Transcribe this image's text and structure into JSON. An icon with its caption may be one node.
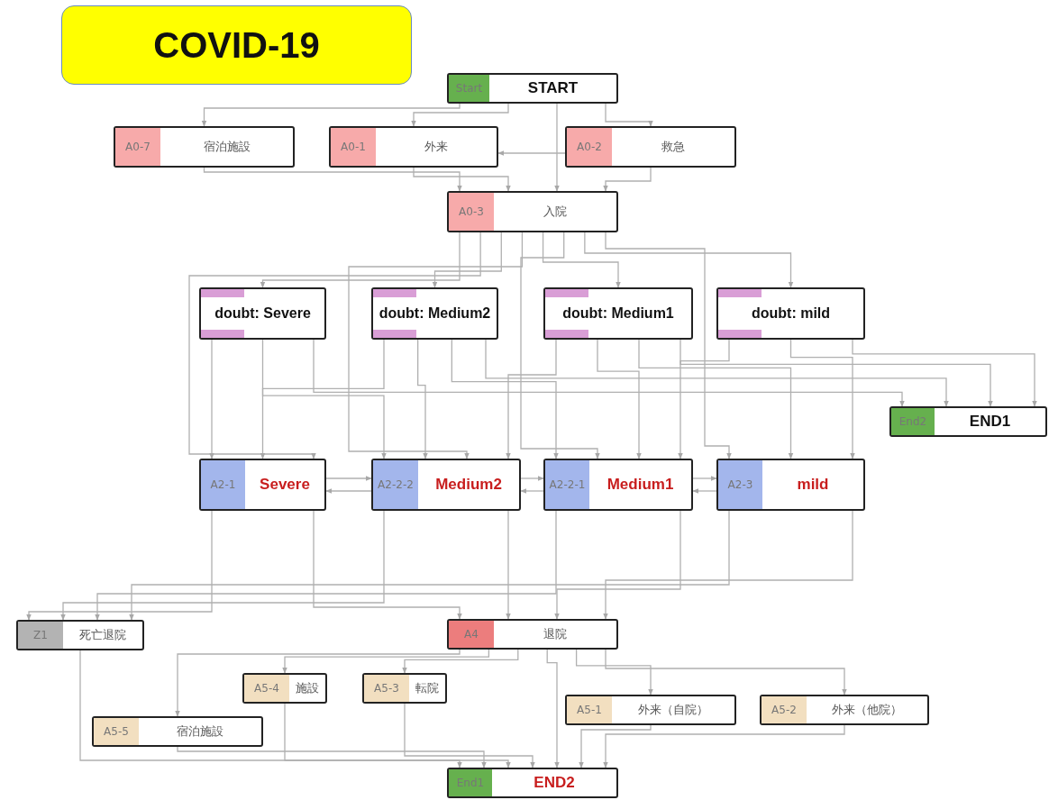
{
  "diagram": {
    "title": "COVID-19",
    "nodes": [
      {
        "text": [
          "Start",
          "START"
        ]
      },
      {
        "text": [
          "A0-7",
          "宿泊施設"
        ]
      },
      {
        "text": [
          "A0-1",
          "外来"
        ]
      },
      {
        "text": [
          "A0-2",
          "救急"
        ]
      },
      {
        "text": [
          "A0-3",
          "入院"
        ]
      },
      {
        "text": [
          "doubt: Severe"
        ]
      },
      {
        "text": [
          "doubt: Medium2"
        ]
      },
      {
        "text": [
          "doubt: Medium1"
        ]
      },
      {
        "text": [
          "doubt: mild"
        ]
      },
      {
        "text": [
          "End2",
          "END1"
        ]
      },
      {
        "text": [
          "A2-1",
          "Severe"
        ]
      },
      {
        "text": [
          "A2-2-2",
          "Medium2"
        ]
      },
      {
        "text": [
          "A2-2-1",
          "Medium1"
        ]
      },
      {
        "text": [
          "A2-3",
          "mild"
        ]
      },
      {
        "text": [
          "Z1",
          "死亡退院"
        ]
      },
      {
        "text": [
          "A4",
          "退院"
        ]
      },
      {
        "text": [
          "A5-4",
          "施設"
        ]
      },
      {
        "text": [
          "A5-3",
          "転院"
        ]
      },
      {
        "text": [
          "A5-5",
          "宿泊施設"
        ]
      },
      {
        "text": [
          "A5-1",
          "外来（自院）"
        ]
      },
      {
        "text": [
          "A5-2",
          "外来（他院）"
        ]
      },
      {
        "text": [
          "End1",
          "END2"
        ]
      }
    ],
    "edges": [
      {
        "from": 0,
        "to": 1,
        "arrow": "to"
      },
      {
        "from": 0,
        "to": 2,
        "arrow": "to"
      },
      {
        "from": 0,
        "to": 3,
        "arrow": "to"
      },
      {
        "from": 0,
        "to": 4,
        "arrow": "to"
      },
      {
        "from": 3,
        "to": 2,
        "arrow": "to"
      },
      {
        "from": 1,
        "to": 4,
        "arrow": "to"
      },
      {
        "from": 2,
        "to": 4,
        "arrow": "to"
      },
      {
        "from": 3,
        "to": 4,
        "arrow": "to"
      },
      {
        "from": 4,
        "to": 5,
        "arrow": "to"
      },
      {
        "from": 4,
        "to": 6,
        "arrow": "to"
      },
      {
        "from": 4,
        "to": 7,
        "arrow": "to"
      },
      {
        "from": 4,
        "to": 8,
        "arrow": "to"
      },
      {
        "from": 4,
        "to": 10,
        "arrow": "to"
      },
      {
        "from": 4,
        "to": 11,
        "arrow": "to"
      },
      {
        "from": 4,
        "to": 12,
        "arrow": "to"
      },
      {
        "from": 4,
        "to": 13,
        "arrow": "to"
      },
      {
        "from": 5,
        "to": 10,
        "arrow": "to"
      },
      {
        "from": 5,
        "to": 11,
        "arrow": "to"
      },
      {
        "from": 6,
        "to": 10,
        "arrow": "to"
      },
      {
        "from": 6,
        "to": 11,
        "arrow": "to"
      },
      {
        "from": 6,
        "to": 12,
        "arrow": "to"
      },
      {
        "from": 7,
        "to": 11,
        "arrow": "to"
      },
      {
        "from": 7,
        "to": 12,
        "arrow": "to"
      },
      {
        "from": 7,
        "to": 13,
        "arrow": "to"
      },
      {
        "from": 8,
        "to": 12,
        "arrow": "to"
      },
      {
        "from": 8,
        "to": 13,
        "arrow": "to"
      },
      {
        "from": 5,
        "to": 9,
        "arrow": "to"
      },
      {
        "from": 6,
        "to": 9,
        "arrow": "to"
      },
      {
        "from": 7,
        "to": 9,
        "arrow": "to"
      },
      {
        "from": 8,
        "to": 9,
        "arrow": "to"
      },
      {
        "from": 10,
        "to": 11,
        "arrow": "to"
      },
      {
        "from": 11,
        "to": 10,
        "arrow": "to"
      },
      {
        "from": 11,
        "to": 12,
        "arrow": "to"
      },
      {
        "from": 12,
        "to": 11,
        "arrow": "to"
      },
      {
        "from": 12,
        "to": 13,
        "arrow": "to"
      },
      {
        "from": 13,
        "to": 12,
        "arrow": "to"
      },
      {
        "from": 10,
        "to": 14,
        "arrow": "to"
      },
      {
        "from": 11,
        "to": 14,
        "arrow": "to"
      },
      {
        "from": 12,
        "to": 14,
        "arrow": "to"
      },
      {
        "from": 13,
        "to": 14,
        "arrow": "to"
      },
      {
        "from": 10,
        "to": 15,
        "arrow": "to"
      },
      {
        "from": 11,
        "to": 15,
        "arrow": "to"
      },
      {
        "from": 12,
        "to": 15,
        "arrow": "to"
      },
      {
        "from": 13,
        "to": 15,
        "arrow": "to"
      },
      {
        "from": 15,
        "to": 18,
        "arrow": "to"
      },
      {
        "from": 15,
        "to": 16,
        "arrow": "to"
      },
      {
        "from": 15,
        "to": 17,
        "arrow": "to"
      },
      {
        "from": 15,
        "to": 19,
        "arrow": "to"
      },
      {
        "from": 15,
        "to": 20,
        "arrow": "to"
      },
      {
        "from": 15,
        "to": 21,
        "arrow": "to"
      },
      {
        "from": 14,
        "to": 21,
        "arrow": "to"
      },
      {
        "from": 16,
        "to": 21,
        "arrow": "to"
      },
      {
        "from": 17,
        "to": 21,
        "arrow": "to"
      },
      {
        "from": 18,
        "to": 21,
        "arrow": "to"
      },
      {
        "from": 19,
        "to": 21,
        "arrow": "to"
      },
      {
        "from": 20,
        "to": 21,
        "arrow": "to"
      }
    ]
  }
}
